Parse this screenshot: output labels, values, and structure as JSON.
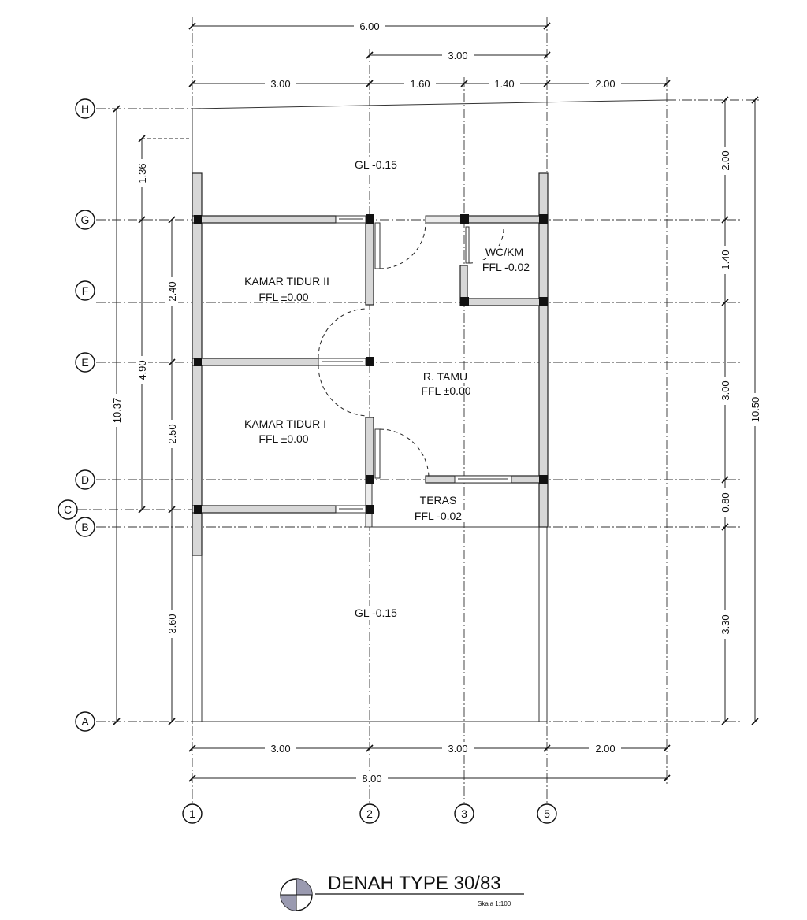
{
  "title": {
    "name": "DENAH TYPE 30/83",
    "scale": "Skala 1:100"
  },
  "grid_columns": [
    "1",
    "2",
    "3",
    "5"
  ],
  "grid_rows": [
    "H",
    "G",
    "F",
    "E",
    "D",
    "C",
    "B",
    "A"
  ],
  "rooms": [
    {
      "name": "GL -0.15",
      "level": ""
    },
    {
      "name": "KAMAR TIDUR II",
      "level": "FFL ±0.00"
    },
    {
      "name": "WC/KM",
      "level": "FFL -0.02"
    },
    {
      "name": "R. TAMU",
      "level": "FFL ±0.00"
    },
    {
      "name": "KAMAR TIDUR I",
      "level": "FFL ±0.00"
    },
    {
      "name": "TERAS",
      "level": "FFL -0.02"
    },
    {
      "name": "GL -0.15",
      "level": ""
    }
  ],
  "dimensions": {
    "top": [
      "6.00",
      "3.00",
      "3.00",
      "1.60",
      "1.40",
      "2.00"
    ],
    "bottom": [
      "3.00",
      "3.00",
      "2.00",
      "8.00"
    ],
    "left": [
      "1.36",
      "2.40",
      "4.90",
      "2.50",
      "10.37",
      "3.60"
    ],
    "right": [
      "2.00",
      "1.40",
      "3.00",
      "0.80",
      "3.30",
      "10.50"
    ]
  }
}
